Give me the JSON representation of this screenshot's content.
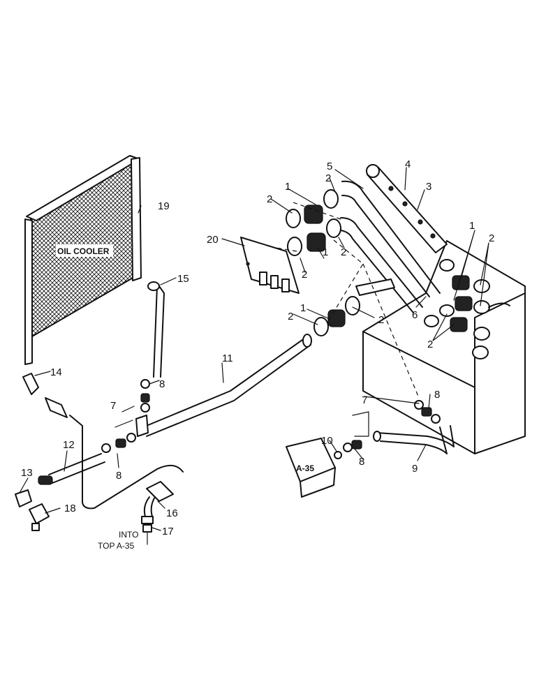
{
  "diagram": {
    "callouts": [
      "1",
      "2",
      "3",
      "4",
      "5",
      "6",
      "7",
      "8",
      "9",
      "10",
      "11",
      "12",
      "13",
      "14",
      "15",
      "16",
      "17",
      "18",
      "19",
      "20"
    ],
    "oil_cooler_label": "OIL COOLER",
    "valve_label": "A-35",
    "note_line1": "INTO",
    "note_line2": "TOP A-35"
  }
}
